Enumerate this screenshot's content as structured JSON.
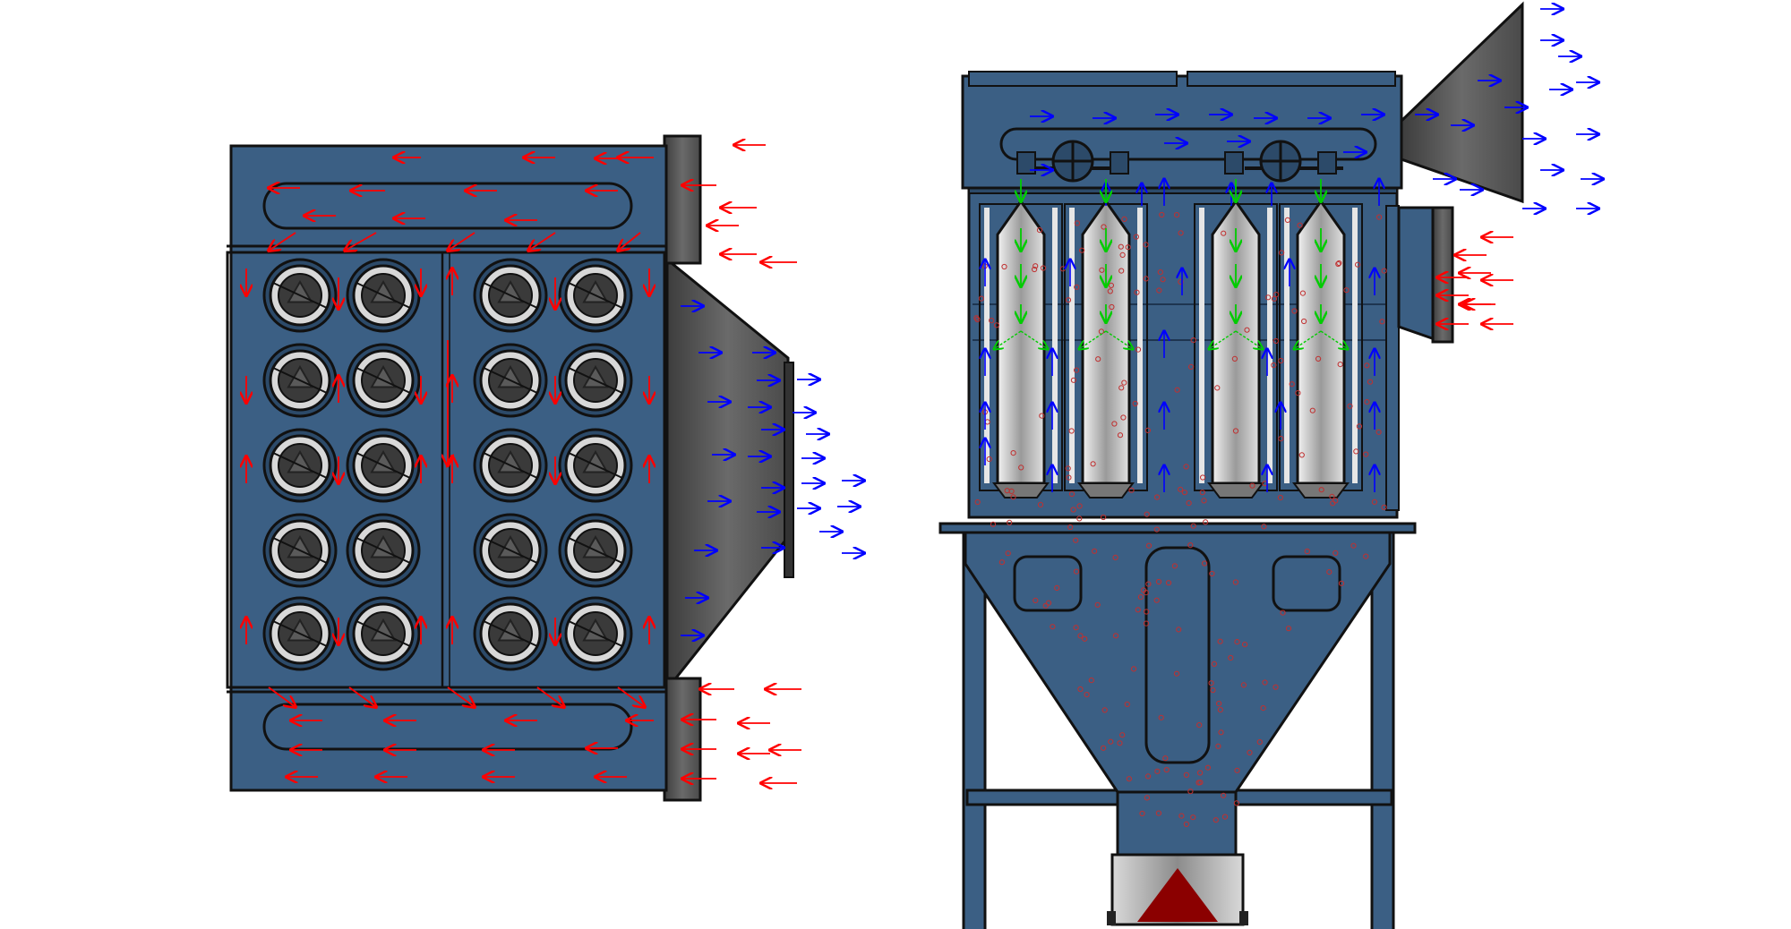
{
  "colors": {
    "body": "#3b5f84",
    "body_dark": "#2c4a69",
    "outline": "#111111",
    "duct_gray": "#585858",
    "cartridge_ring": "#d8d8d8",
    "cartridge_core": "#3a3a3a",
    "dirty_flow": "#ff0000",
    "clean_flow": "#0000ff",
    "pulse_flow": "#00cc00",
    "hopper_cone": "#8b0000",
    "dust_particles": "#c03030"
  },
  "views": [
    {
      "id": "top-view",
      "arrow_types": [
        "dirty-air-arrow",
        "clean-air-arrow"
      ]
    },
    {
      "id": "front-view",
      "arrow_types": [
        "dirty-air-arrow",
        "clean-air-arrow",
        "pulse-air-arrow"
      ]
    }
  ],
  "top_view": {
    "cartridge_rows": 5,
    "cartridge_columns": 4
  },
  "front_view": {
    "filter_cartridges": 4,
    "pulse_valves": 2
  }
}
